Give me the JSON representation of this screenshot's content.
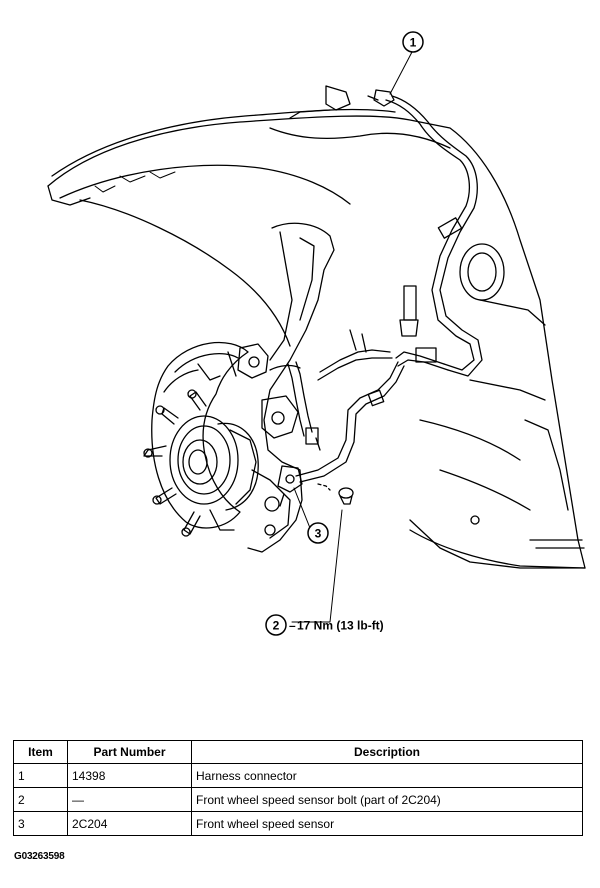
{
  "callouts": [
    {
      "number": "1",
      "label": ""
    },
    {
      "number": "2",
      "label": "17 Nm (13 lb-ft)"
    },
    {
      "number": "3",
      "label": ""
    }
  ],
  "table": {
    "headers": [
      "Item",
      "Part Number",
      "Description"
    ],
    "rows": [
      [
        "1",
        "14398",
        "Harness connector"
      ],
      [
        "2",
        "—",
        "Front wheel speed sensor bolt (part of 2C204)"
      ],
      [
        "3",
        "2C204",
        "Front wheel speed sensor"
      ]
    ]
  },
  "figure_id": "G03263598"
}
